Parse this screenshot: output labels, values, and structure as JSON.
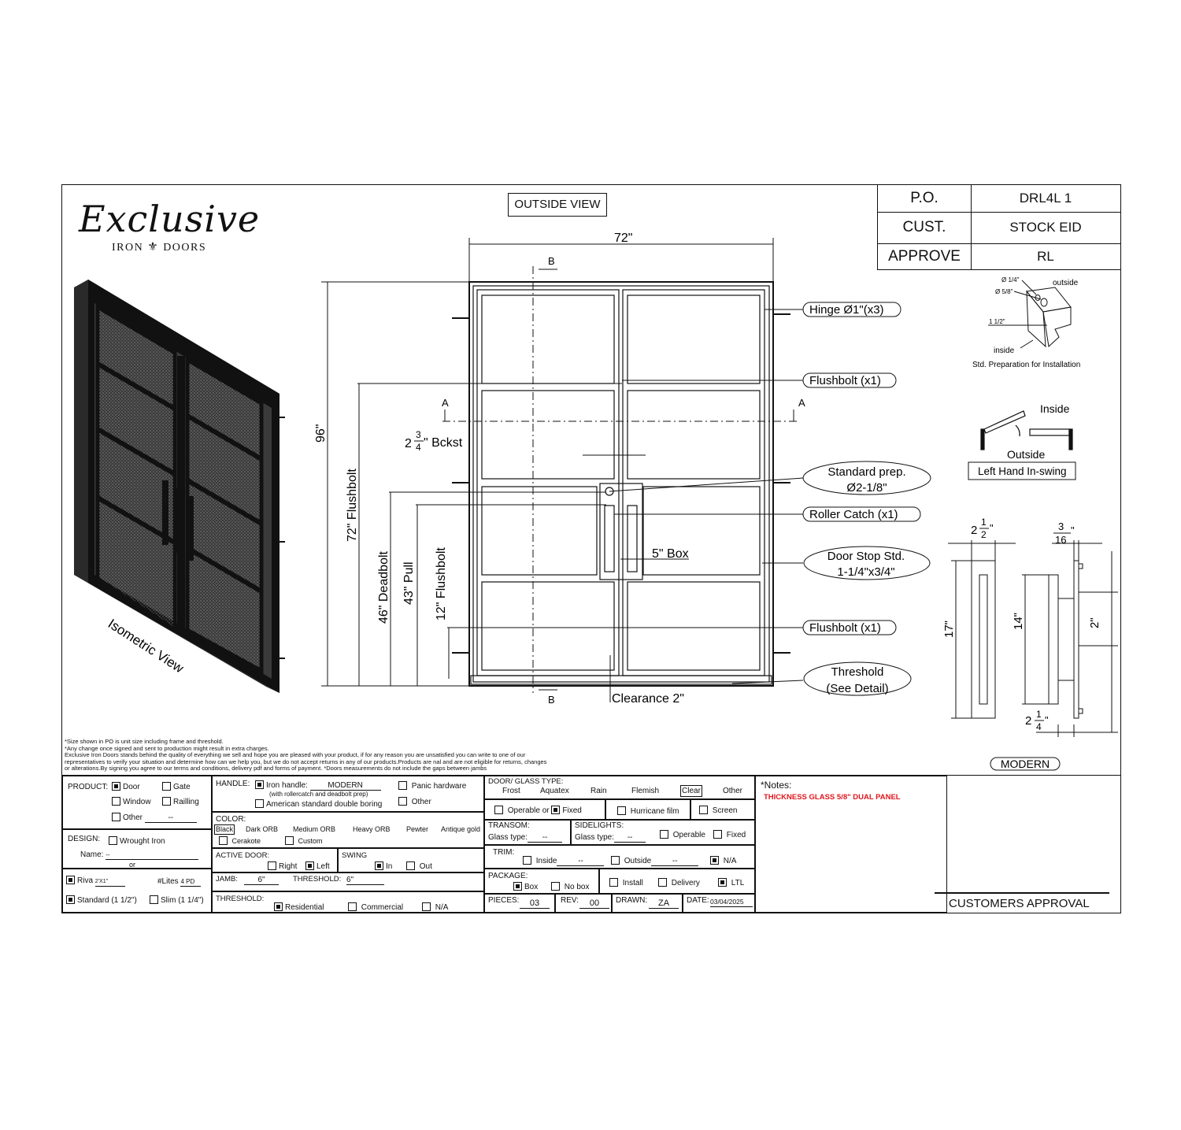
{
  "logo": {
    "brand": "Exclusive",
    "sub_left": "IRON",
    "sub_right": "DOORS"
  },
  "view_title": "OUTSIDE VIEW",
  "po_table": [
    {
      "label": "P.O.",
      "value": "DRL4L 1"
    },
    {
      "label": "CUST.",
      "value": "STOCK EID"
    },
    {
      "label": "APPROVE",
      "value": "RL"
    }
  ],
  "dims": {
    "width": "72\"",
    "height": "96\"",
    "flushbolt72": "72\" Flushbolt",
    "deadbolt46": "46\" Deadbolt",
    "pull43": "43\" Pull",
    "flushbolt12": "12\" Flushbolt",
    "bckst_whole": "2",
    "bckst_num": "3",
    "bckst_den": "4",
    "bckst_suffix": "\" Bckst",
    "box": "5\" Box",
    "clearance": "Clearance 2\"",
    "section_a": "A",
    "section_b": "B"
  },
  "callouts": {
    "hinge": "Hinge Ø1\"(x3)",
    "flushbolt_top": "Flushbolt (x1)",
    "std_prep_1": "Standard prep.",
    "std_prep_2": "Ø2-1/8\"",
    "roller": "Roller Catch (x1)",
    "door_stop_1": "Door Stop Std.",
    "door_stop_2": "1-1/4\"x3/4\"",
    "flushbolt_bottom": "Flushbolt (x1)",
    "threshold_1": "Threshold",
    "threshold_2": "(See Detail)"
  },
  "iso_label": "Isometric View",
  "prep_detail": {
    "d1": "Ø 1/4\"",
    "d2": "Ø 5/8\"",
    "outside": "outside",
    "inside": "inside",
    "len": "1 1/2\"",
    "caption": "Std. Preparation for Installation"
  },
  "swing_detail": {
    "inside": "Inside",
    "outside": "Outside",
    "label": "Left Hand In-swing"
  },
  "handle_detail": {
    "w_whole": "2",
    "w_num": "1",
    "w_den": "2",
    "t_num": "3",
    "t_den": "16",
    "h17": "17\"",
    "h14": "14\"",
    "h2": "2\"",
    "b_whole": "2",
    "b_num": "1",
    "b_den": "4",
    "style": "MODERN"
  },
  "disclaimer": [
    "*Size shown in PO is unit size including frame and threshold.",
    "*Any change once signed and sent to production might result in extra charges.",
    "Exclusive Iron Doors stands behind the quality of everything we sell and hope you are pleased with your product, if for any reason you are unsatisfied you can write to one of our",
    "representatives to verify your situation and determine how can we help you, but we do not accept returns in any of our products.Products are nal and are not eligible for returns, changes",
    "or alterations.By signing you agree to our terms and conditions, delivery pdf and forms of payment. *Doors measurements do not include the gaps between jambs"
  ],
  "form": {
    "product_label": "PRODUCT:",
    "door": "Door",
    "gate": "Gate",
    "window": "Window",
    "railing": "Railling",
    "other": "Other",
    "other_val": "--",
    "design_label": "DESIGN:",
    "wrought": "Wrought Iron",
    "name_label": "Name:",
    "name_val": "--",
    "or": "or",
    "riva": "Riva",
    "riva_size": "2'X1\"",
    "lites_label": "#Lites",
    "lites_val": "4 PD",
    "standard": "Standard (1 1/2\")",
    "slim": "Slim (1 1/4\")",
    "handle_label": "HANDLE:",
    "iron_handle": "Iron handle:",
    "handle_val": "MODERN",
    "handle_note": "(with rollercatch and deadbolt prep)",
    "american": "American standard double boring",
    "panic": "Panic hardware",
    "handle_other": "Other",
    "color_label": "COLOR:",
    "colors": [
      "Black",
      "Dark ORB",
      "Medium ORB",
      "Heavy ORB",
      "Pewter",
      "Antique gold"
    ],
    "cerakote": "Cerakote",
    "custom": "Custom",
    "active_label": "ACTIVE DOOR:",
    "right": "Right",
    "left": "Left",
    "swing_label": "SWING",
    "in": "In",
    "out": "Out",
    "jamb_label": "JAMB:",
    "jamb_val": "6\"",
    "thresh_label": "THRESHOLD:",
    "thresh_val": "6\"",
    "threshold2_label": "THRESHOLD:",
    "residential": "Residential",
    "commercial": "Commercial",
    "na": "N/A",
    "glass_label": "DOOR/ GLASS TYPE:",
    "glass_types": [
      "Frost",
      "Aquatex",
      "Rain",
      "Flemish",
      "Clear",
      "Other"
    ],
    "operable": "Operable",
    "or2": "or",
    "fixed": "Fixed",
    "hurricane": "Hurricane film",
    "screen": "Screen",
    "transom_label": "TRANSOM:",
    "transom_glass": "Glass type:",
    "transom_val": "--",
    "sidelights_label": "SIDELIGHTS:",
    "side_glass": "Glass type:",
    "side_val": "--",
    "side_operable": "Operable",
    "side_fixed": "Fixed",
    "trim_label": "TRIM:",
    "trim_inside": "Inside",
    "trim_inside_val": "--",
    "trim_outside": "Outside",
    "trim_outside_val": "--",
    "trim_na": "N/A",
    "package_label": "PACKAGE:",
    "box": "Box",
    "nobox": "No box",
    "install": "Install",
    "delivery": "Delivery",
    "ltl": "LTL",
    "pieces_label": "PIECES:",
    "pieces_val": "03",
    "rev_label": "REV:",
    "rev_val": "00",
    "drawn_label": "DRAWN:",
    "drawn_val": "ZA",
    "date_label": "DATE:",
    "date_val": "03/04/2025",
    "notes_label": "*Notes:",
    "notes_val": "THICKNESS GLASS 5/8\" DUAL PANEL",
    "approval": "CUSTOMERS APPROVAL"
  }
}
